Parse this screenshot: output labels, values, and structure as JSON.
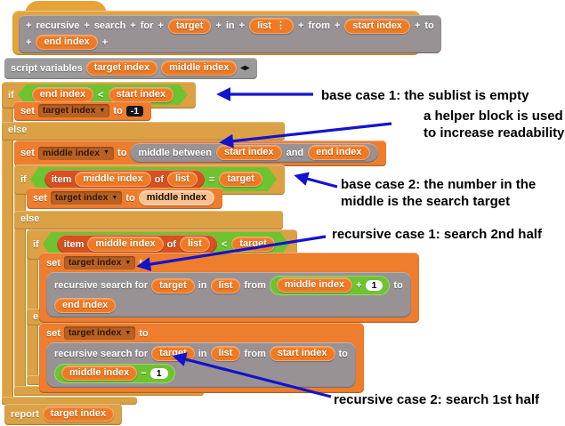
{
  "colors": {
    "control": "#dba144",
    "hat": "#e5a33c",
    "variables": "#ee7d2d",
    "variable_pill": "#f07a22",
    "light_pill": "#f7c291",
    "list_red": "#d65020",
    "operator_green": "#6ec330",
    "custom_gray": "#999295",
    "script_gray": "#9b9b9b",
    "arrow_blue": "#1313cd",
    "background": "#ffffff"
  },
  "hat_block": {
    "plus": "+",
    "word_recursive": "recursive",
    "word_search": "search",
    "word_for": "for",
    "word_in": "in",
    "word_from": "from",
    "word_to": "to",
    "param_target": "target",
    "param_list": "list",
    "param_list_marker": "⋮",
    "param_start_index": "start index",
    "param_end_index": "end index"
  },
  "script_variables": {
    "label": "script variables",
    "var_target_index": "target index",
    "var_middle_index": "middle index",
    "expand_arrows": "◂▸"
  },
  "keywords": {
    "if": "if",
    "else": "else",
    "set": "set",
    "to": "to",
    "report": "report",
    "item": "item",
    "of": "of",
    "and": "and",
    "in": "in",
    "from": "from",
    "for": "for",
    "less_than": "<",
    "equals": "=",
    "plus": "+",
    "minus": "−"
  },
  "variables": {
    "target": "target",
    "list": "list",
    "start_index": "start index",
    "end_index": "end index",
    "target_index": "target index",
    "middle_index": "middle index"
  },
  "custom_blocks": {
    "middle_between_label": "middle between",
    "recursive_search_label": "recursive search for"
  },
  "values": {
    "neg_one": "-1",
    "one": "1"
  },
  "dropdown_arrow": "▼",
  "annotations": {
    "base_case_1": "base case 1: the sublist is empty",
    "helper_line1": "a helper block is used",
    "helper_line2": "to increase readability",
    "base_case_2_line1": "base case 2: the number in the",
    "base_case_2_line2": "middle is the search target",
    "recursive_case_1": "recursive case 1: search 2nd half",
    "recursive_case_2": "recursive case 2: search 1st half"
  }
}
